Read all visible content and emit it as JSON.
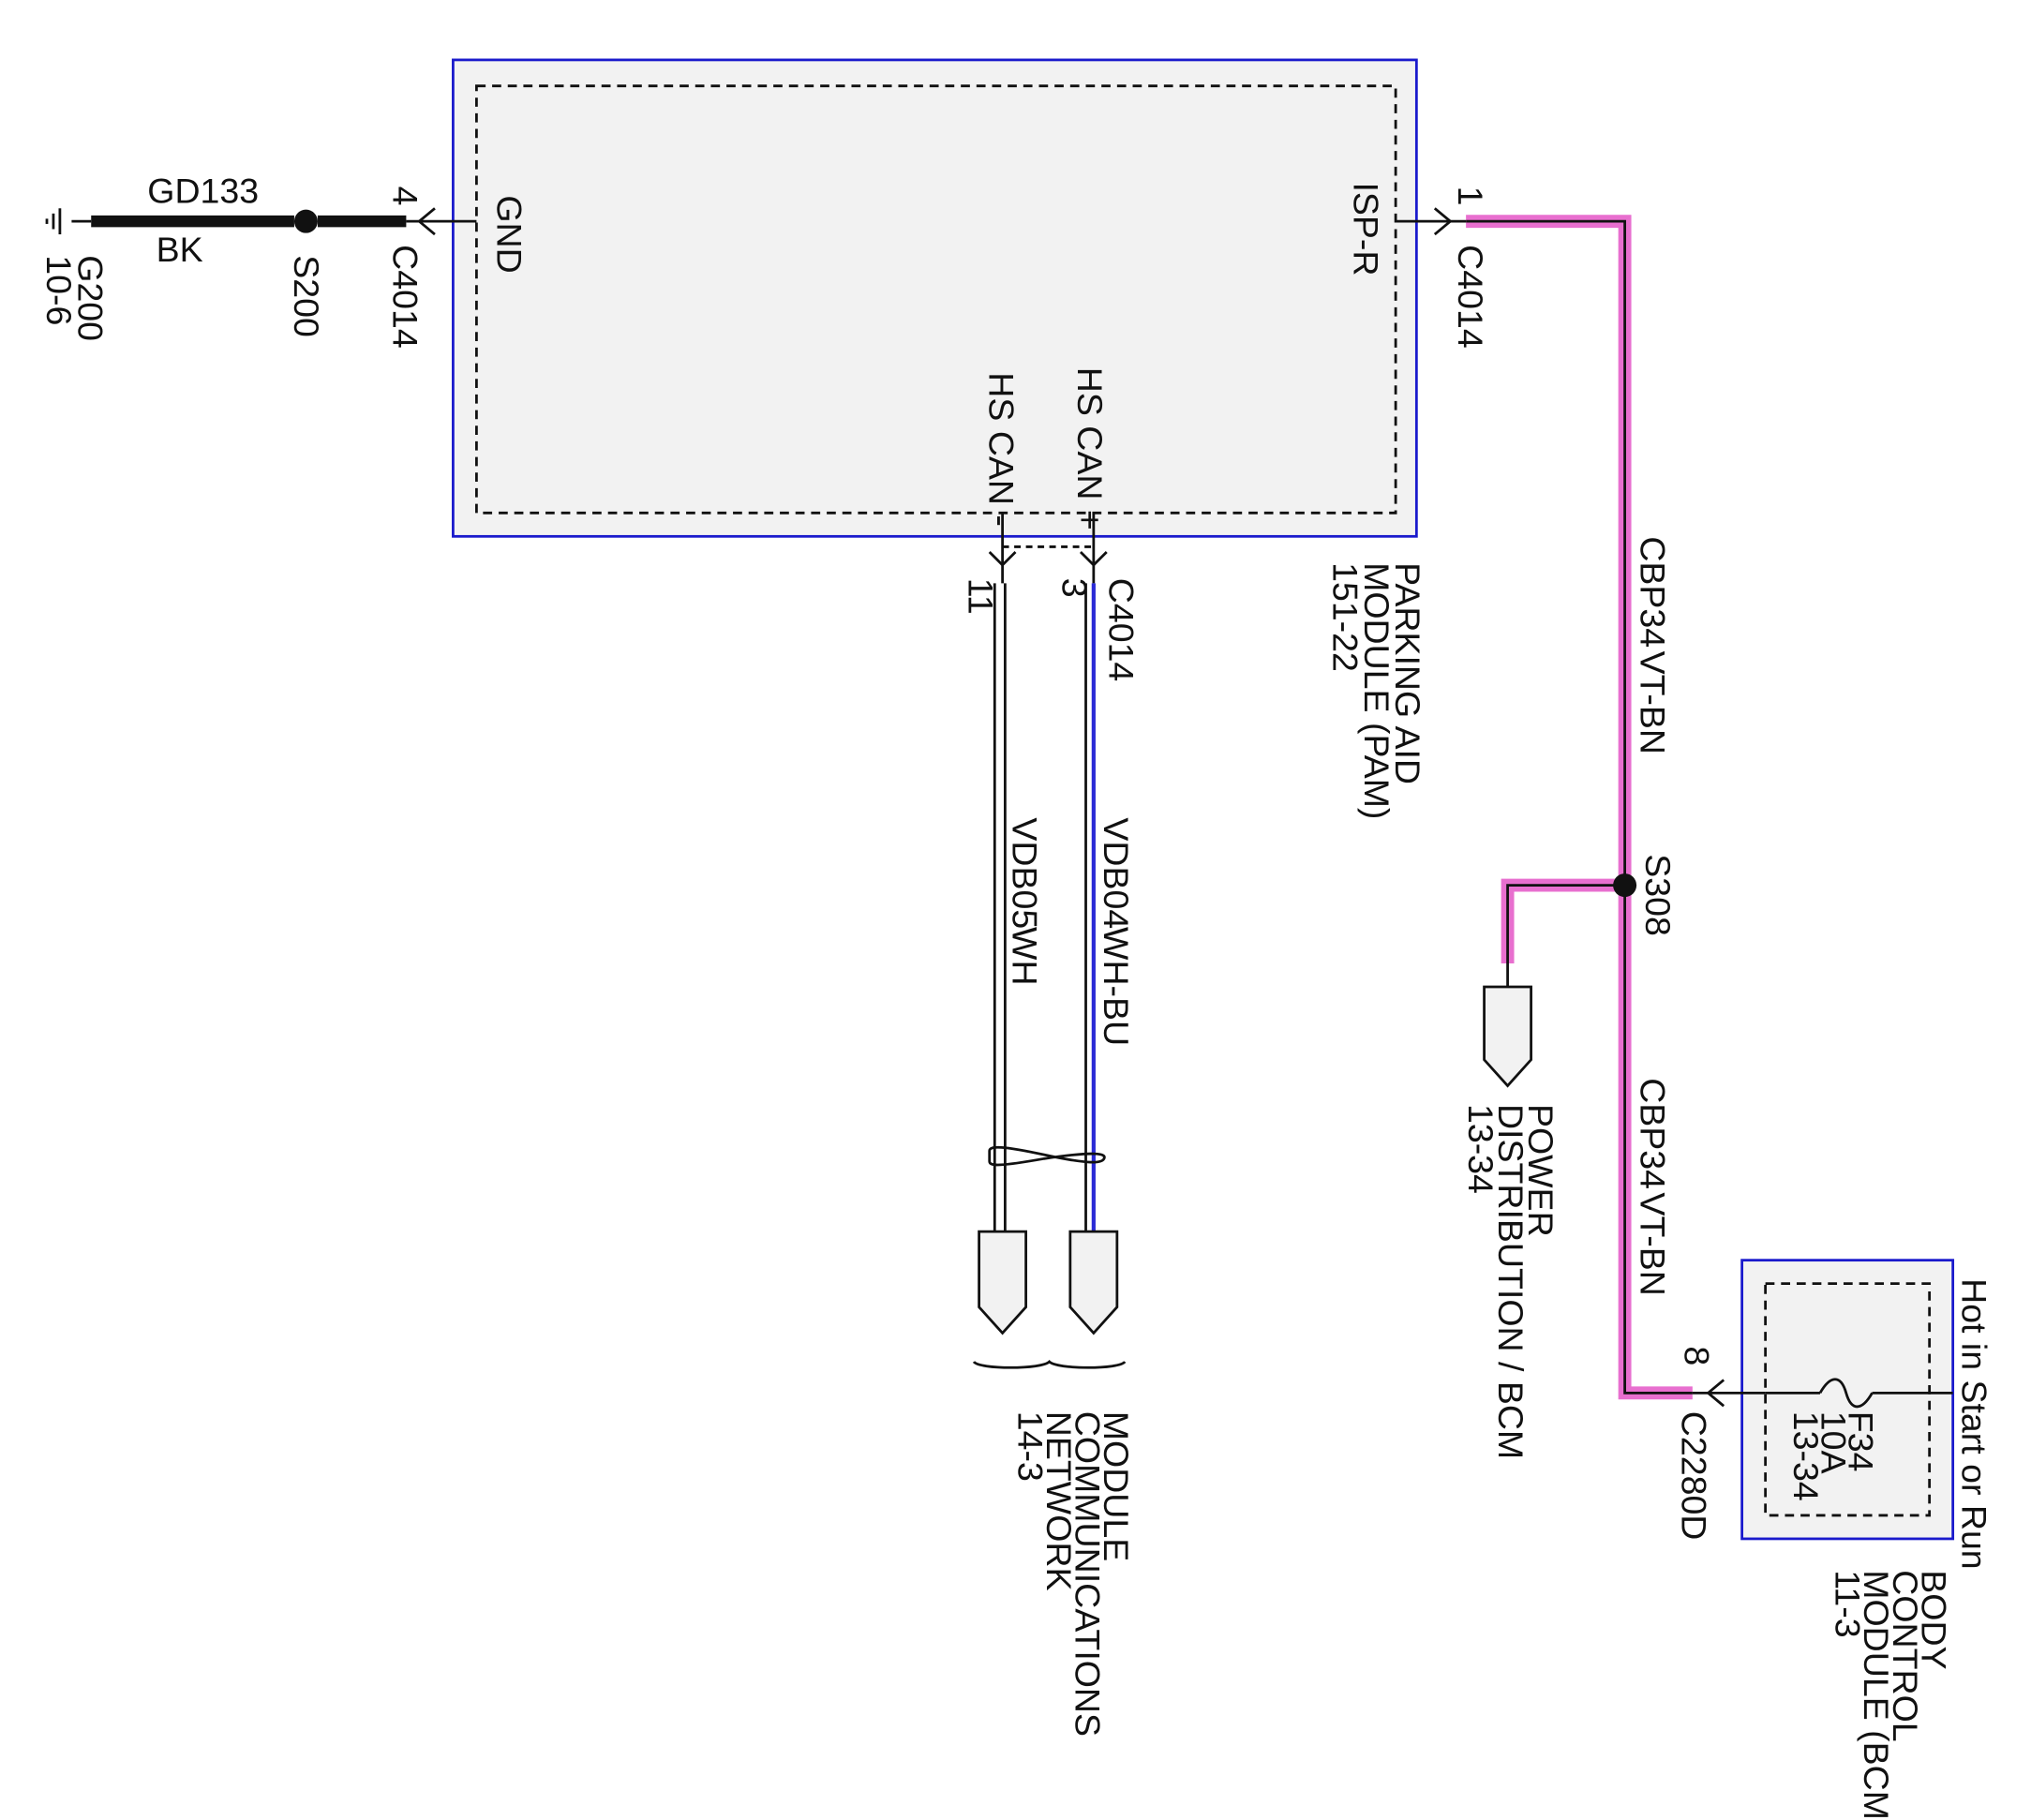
{
  "colors": {
    "module_border": "#1a1acc",
    "module_fill": "#f2f2f2",
    "wire": "#111111",
    "wire_violet_brown": "#e86fcf",
    "can_high_blue": "#2a2ad6"
  },
  "ground": {
    "name": "G200",
    "page_ref": "10-6",
    "wire_circuit": "GD133",
    "wire_color": "BK",
    "splice": "S200",
    "pin": "4",
    "connector": "C4014"
  },
  "pam": {
    "name_line1": "PARKING AID",
    "name_line2": "MODULE (PAM)",
    "page_ref": "151-22",
    "pin_gnd_label": "GND",
    "pin_ispr_label": "ISP-R",
    "pin_ispr_number": "1",
    "pin_ispr_connector": "C4014",
    "pin_canh_label": "HS CAN +",
    "pin_canl_label": "HS CAN -",
    "pin_canh_number": "3",
    "pin_canl_number": "11",
    "can_connector": "C4014"
  },
  "can_wires": {
    "high_circuit": "VDB04",
    "high_color": "WH-BU",
    "low_circuit": "VDB05",
    "low_color": "WH"
  },
  "mcn": {
    "line1": "MODULE",
    "line2": "COMMUNICATIONS",
    "line3": "NETWORK",
    "page_ref": "14-3"
  },
  "power_wire": {
    "circuit_top": "CBP34",
    "color_top": "VT-BN",
    "circuit_bottom": "CBP34",
    "color_bottom": "VT-BN",
    "splice": "S308"
  },
  "power_distribution": {
    "line1": "POWER",
    "line2": "DISTRIBUTION / BCM",
    "page_ref": "13-34"
  },
  "bcm": {
    "line1": "BODY",
    "line2": "CONTROL",
    "line3": "MODULE (BCM)",
    "page_ref": "11-3",
    "pin": "8",
    "connector": "C2280D",
    "hot_label": "Hot in Start or Run",
    "fuse_name": "F34",
    "fuse_rating": "10A",
    "fuse_page_ref": "13-34"
  }
}
